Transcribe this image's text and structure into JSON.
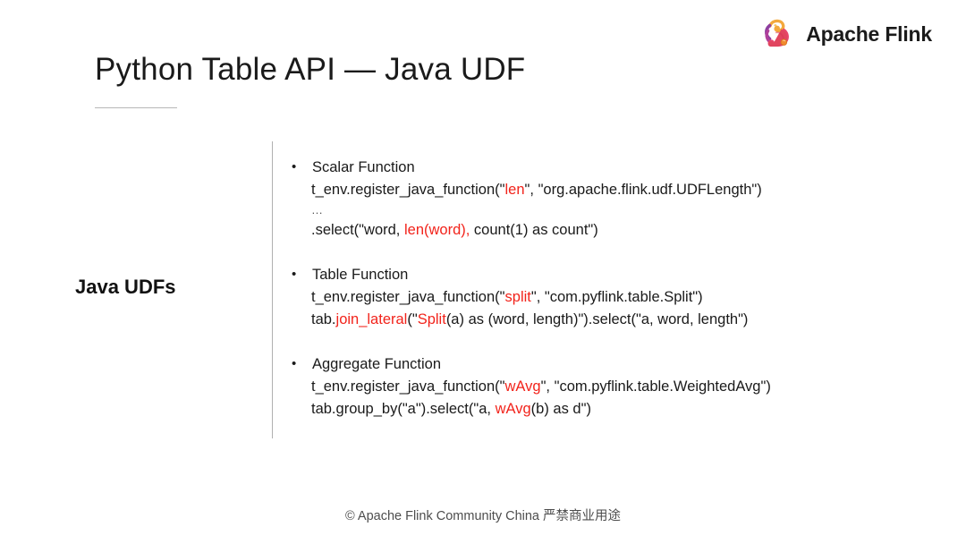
{
  "brand": {
    "name": "Apache Flink",
    "logo_icon": "flink-squirrel-logo"
  },
  "title": "Python Table API — Java UDF",
  "section_label": "Java UDFs",
  "colors": {
    "highlight": "#f2231b",
    "text": "#1a1a1a",
    "rule": "#b0b0b0",
    "background": "#ffffff"
  },
  "blocks": [
    {
      "bullet": "•",
      "heading": "Scalar Function",
      "lines": [
        {
          "kind": "code",
          "parts": [
            {
              "t": "t_env.register_java_function(\"",
              "hl": false
            },
            {
              "t": "len",
              "hl": true
            },
            {
              "t": "\", \"org.apache.flink.udf.UDFLength\")",
              "hl": false
            }
          ]
        },
        {
          "kind": "ellipsis",
          "parts": [
            {
              "t": "…",
              "hl": false
            }
          ]
        },
        {
          "kind": "code",
          "parts": [
            {
              "t": ".select(\"word, ",
              "hl": false
            },
            {
              "t": "len(word),",
              "hl": true
            },
            {
              "t": " count(1) as count\")",
              "hl": false
            }
          ]
        }
      ]
    },
    {
      "bullet": "•",
      "heading": "Table Function",
      "lines": [
        {
          "kind": "code",
          "parts": [
            {
              "t": "t_env.register_java_function(\"",
              "hl": false
            },
            {
              "t": "split",
              "hl": true
            },
            {
              "t": "\", \"com.pyflink.table.Split\")",
              "hl": false
            }
          ]
        },
        {
          "kind": "code",
          "parts": [
            {
              "t": "tab.",
              "hl": false
            },
            {
              "t": "join_lateral",
              "hl": true
            },
            {
              "t": "(\"",
              "hl": false
            },
            {
              "t": "Split",
              "hl": true
            },
            {
              "t": "(a) as (word, length)\").select(\"a, word, length\")",
              "hl": false
            }
          ]
        }
      ]
    },
    {
      "bullet": "•",
      "heading": "Aggregate Function",
      "lines": [
        {
          "kind": "code",
          "parts": [
            {
              "t": "t_env.register_java_function(\"",
              "hl": false
            },
            {
              "t": "wAvg",
              "hl": true
            },
            {
              "t": "\", \"com.pyflink.table.WeightedAvg\")",
              "hl": false
            }
          ]
        },
        {
          "kind": "code",
          "parts": [
            {
              "t": "tab.group_by(\"a\").select(\"a, ",
              "hl": false
            },
            {
              "t": "wAvg",
              "hl": true
            },
            {
              "t": "(b) as d\")",
              "hl": false
            }
          ]
        }
      ]
    }
  ],
  "footer": "© Apache Flink Community China  严禁商业用途"
}
